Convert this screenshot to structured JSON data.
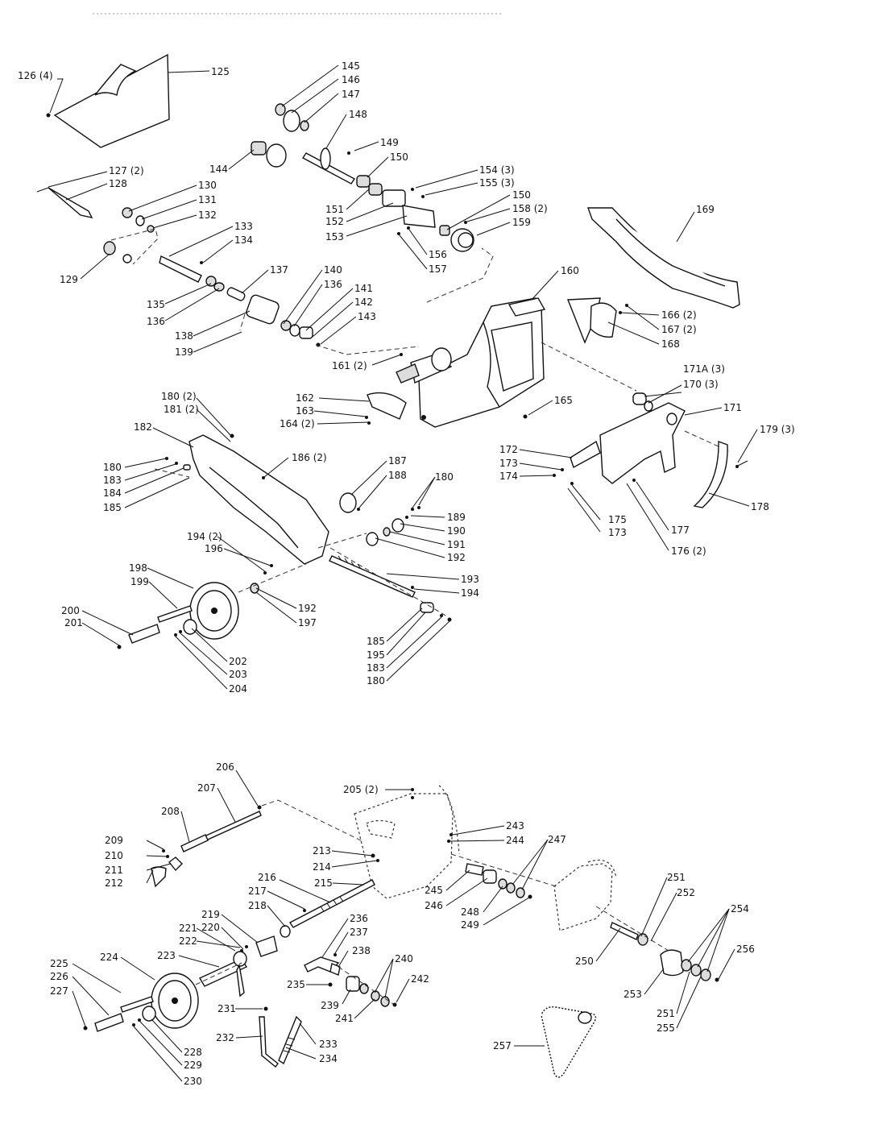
{
  "labels": {
    "l126": "126 (4)",
    "l125": "125",
    "l127": "127 (2)",
    "l128": "128",
    "l145": "145",
    "l146": "146",
    "l147": "147",
    "l148": "148",
    "l149": "149",
    "l144": "144",
    "l150a": "150",
    "l154": "154 (3)",
    "l155": "155 (3)",
    "l151": "151",
    "l152": "152",
    "l153": "153",
    "l150b": "150",
    "l158": "158 (2)",
    "l159": "159",
    "l156": "156",
    "l157": "157",
    "l130": "130",
    "l131": "131",
    "l132": "132",
    "l129": "129",
    "l133": "133",
    "l134": "134",
    "l135": "135",
    "l136a": "136",
    "l137": "137",
    "l140": "140",
    "l136b": "136",
    "l141": "141",
    "l142": "142",
    "l143": "143",
    "l138": "138",
    "l139": "139",
    "l161": "161 (2)",
    "l169": "169",
    "l160": "160",
    "l166": "166 (2)",
    "l167": "167 (2)",
    "l168": "168",
    "l171a": "171A (3)",
    "l170": "170 (3)",
    "l171": "171",
    "l179": "179 (3)",
    "l172": "172",
    "l173a": "173",
    "l174": "174",
    "l175": "175",
    "l173b": "173",
    "l177": "177",
    "l176": "176 (2)",
    "l178": "178",
    "l162": "162",
    "l163": "163",
    "l164": "164 (2)",
    "l165": "165",
    "l180a": "180 (2)",
    "l181": "181 (2)",
    "l182": "182",
    "l180b": "180",
    "l183a": "183",
    "l184": "184",
    "l185a": "185",
    "l186": "186 (2)",
    "l187": "187",
    "l188": "188",
    "l180c": "180",
    "l189": "189",
    "l190": "190",
    "l191": "191",
    "l192a": "192",
    "l194a": "194 (2)",
    "l196": "196",
    "l198": "198",
    "l199": "199",
    "l193": "193",
    "l194b": "194",
    "l192b": "192",
    "l197": "197",
    "l200": "200",
    "l201": "201",
    "l202": "202",
    "l203": "203",
    "l204": "204",
    "l185b": "185",
    "l195": "195",
    "l183b": "183",
    "l180d": "180",
    "l206": "206",
    "l207": "207",
    "l205": "205 (2)",
    "l208": "208",
    "l209": "209",
    "l210": "210",
    "l211": "211",
    "l212": "212",
    "l243": "243",
    "l244": "244",
    "l213": "213",
    "l214": "214",
    "l247": "247",
    "l216": "216",
    "l215": "215",
    "l217": "217",
    "l218": "218",
    "l245": "245",
    "l246": "246",
    "l248": "248",
    "l249": "249",
    "l251a": "251",
    "l252": "252",
    "l254": "254",
    "l236": "236",
    "l219": "219",
    "l220": "220",
    "l237": "237",
    "l221": "221",
    "l222": "222",
    "l223": "223",
    "l238": "238",
    "l224": "224",
    "l240": "240",
    "l225": "225",
    "l226": "226",
    "l227": "227",
    "l242": "242",
    "l235": "235",
    "l239": "239",
    "l241": "241",
    "l250": "250",
    "l256": "256",
    "l253": "253",
    "l251b": "251",
    "l255": "255",
    "l231": "231",
    "l232": "232",
    "l233": "233",
    "l234": "234",
    "l228": "228",
    "l229": "229",
    "l230": "230",
    "l257": "257"
  }
}
